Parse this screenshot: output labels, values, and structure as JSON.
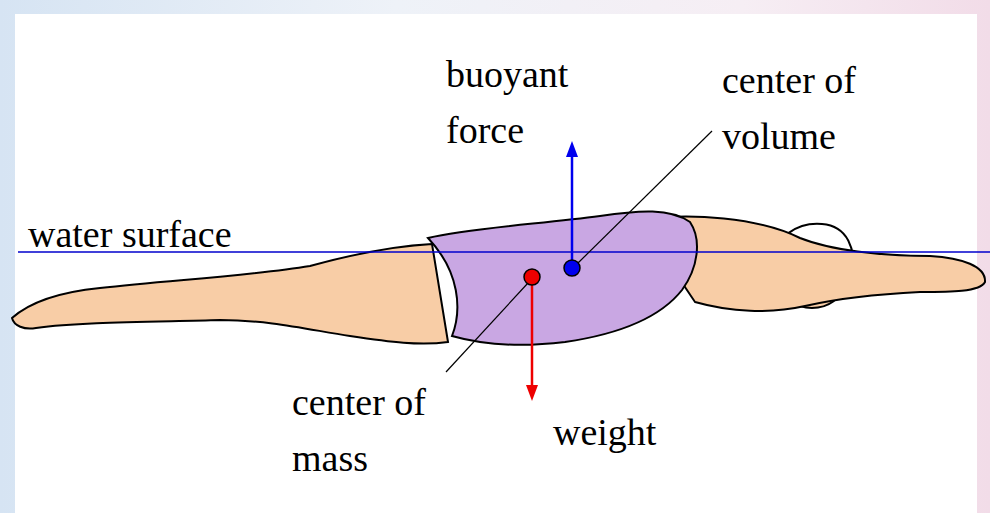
{
  "diagram": {
    "labels": [
      "buoyant force",
      "center of volume",
      "water surface",
      "center of mass",
      "weight"
    ]
  }
}
